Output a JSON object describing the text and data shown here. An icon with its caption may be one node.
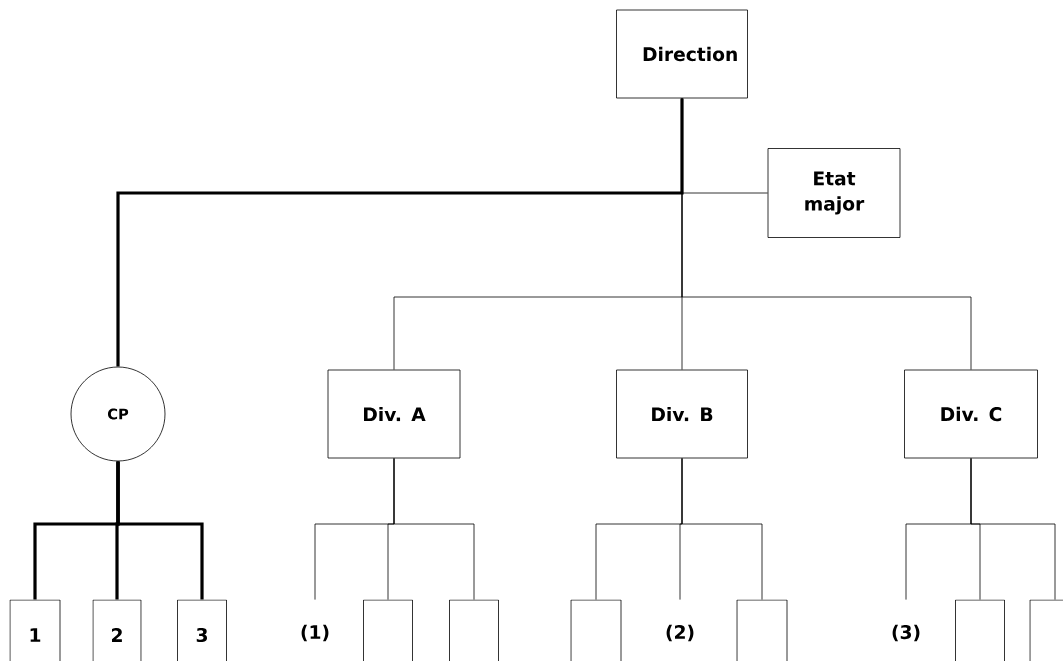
{
  "diagram": {
    "nodes": [
      {
        "text": [
          "Direction"
        ]
      },
      {
        "text": [
          "Etat major"
        ]
      },
      {
        "text": [
          "CP"
        ]
      },
      {
        "text": [
          "Div. A"
        ]
      },
      {
        "text": [
          "Div. B"
        ]
      },
      {
        "text": [
          "Div. C"
        ]
      },
      {
        "text": [
          "1"
        ]
      },
      {
        "text": [
          "2"
        ]
      },
      {
        "text": [
          "3"
        ]
      },
      {
        "text": [
          "(1)"
        ]
      },
      {
        "text": [],
        "shape": "box"
      },
      {
        "text": [],
        "shape": "box"
      },
      {
        "text": [],
        "shape": "box"
      },
      {
        "text": [
          "(2)"
        ]
      },
      {
        "text": [],
        "shape": "box"
      },
      {
        "text": [
          "(3)"
        ]
      },
      {
        "text": [],
        "shape": "box"
      },
      {
        "text": [],
        "shape": "box"
      }
    ],
    "edges": [
      {
        "from": 0,
        "to": 1,
        "arrow": "none"
      },
      {
        "from": 0,
        "to": 2,
        "arrow": "none",
        "style": "thick"
      },
      {
        "from": 0,
        "to": 3,
        "arrow": "none"
      },
      {
        "from": 0,
        "to": 4,
        "arrow": "none"
      },
      {
        "from": 0,
        "to": 5,
        "arrow": "none"
      },
      {
        "from": 2,
        "to": 6,
        "arrow": "none",
        "style": "thick"
      },
      {
        "from": 2,
        "to": 7,
        "arrow": "none",
        "style": "thick"
      },
      {
        "from": 2,
        "to": 8,
        "arrow": "none",
        "style": "thick"
      },
      {
        "from": 3,
        "to": 9,
        "arrow": "none"
      },
      {
        "from": 3,
        "to": 10,
        "arrow": "none"
      },
      {
        "from": 3,
        "to": 11,
        "arrow": "none"
      },
      {
        "from": 4,
        "to": 12,
        "arrow": "none"
      },
      {
        "from": 4,
        "to": 13,
        "arrow": "none"
      },
      {
        "from": 4,
        "to": 14,
        "arrow": "none"
      },
      {
        "from": 5,
        "to": 15,
        "arrow": "none"
      },
      {
        "from": 5,
        "to": 16,
        "arrow": "none"
      },
      {
        "from": 5,
        "to": 17,
        "arrow": "none"
      }
    ]
  }
}
